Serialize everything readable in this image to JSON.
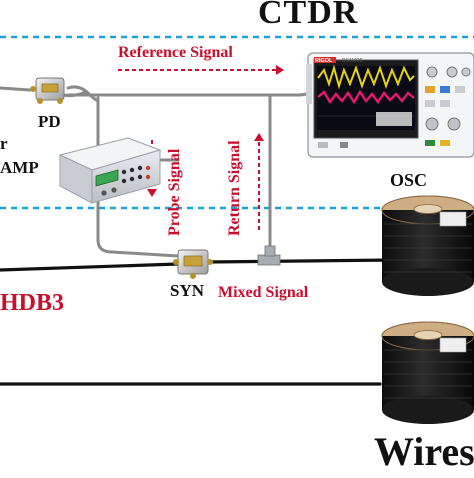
{
  "title": "CTDR",
  "labels": {
    "reference_signal": "Reference Signal",
    "probe_signal": "Probe Signal",
    "return_signal": "Return Signal",
    "mixed_signal": "Mixed Signal",
    "pd": "PD",
    "amp": "AMP",
    "amp_prefix": "r",
    "syn": "SYN",
    "osc": "OSC",
    "hdb3": "HDB3",
    "wires": "Wires"
  },
  "oscilloscope": {
    "brand": "RIGOL",
    "model": "DS1102E"
  },
  "colors": {
    "dashed_border": "#1aa3d9",
    "signal_text": "#c8102e",
    "cable": "#8a8a8a",
    "main_line": "#111111"
  }
}
